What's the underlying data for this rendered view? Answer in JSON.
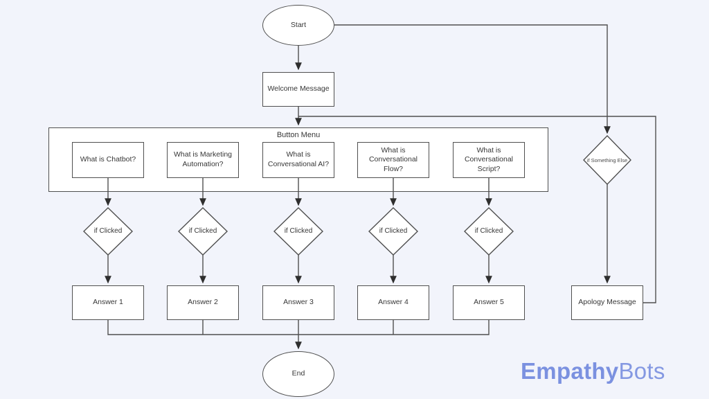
{
  "diagram": {
    "type": "flowchart",
    "nodes": {
      "start": "Start",
      "welcome": "Welcome Message",
      "button_menu": "Button Menu",
      "buttons": [
        "What is Chatbot?",
        "What is Marketing Automation?",
        "What is Conversational AI?",
        "What is Conversational Flow?",
        "What is Conversational Script?"
      ],
      "if_clicked": "if Clicked",
      "answers": [
        "Answer 1",
        "Answer 2",
        "Answer 3",
        "Answer 4",
        "Answer 5"
      ],
      "if_something_else": "if Something Else",
      "apology": "Apology Message",
      "end": "End"
    },
    "colors": {
      "background": "#f2f4fb",
      "node_fill": "#ffffff",
      "stroke": "#4f4f4f",
      "text": "#363636"
    }
  },
  "logo": {
    "bold": "Empathy",
    "light": "Bots",
    "color": "#7b91e0"
  }
}
